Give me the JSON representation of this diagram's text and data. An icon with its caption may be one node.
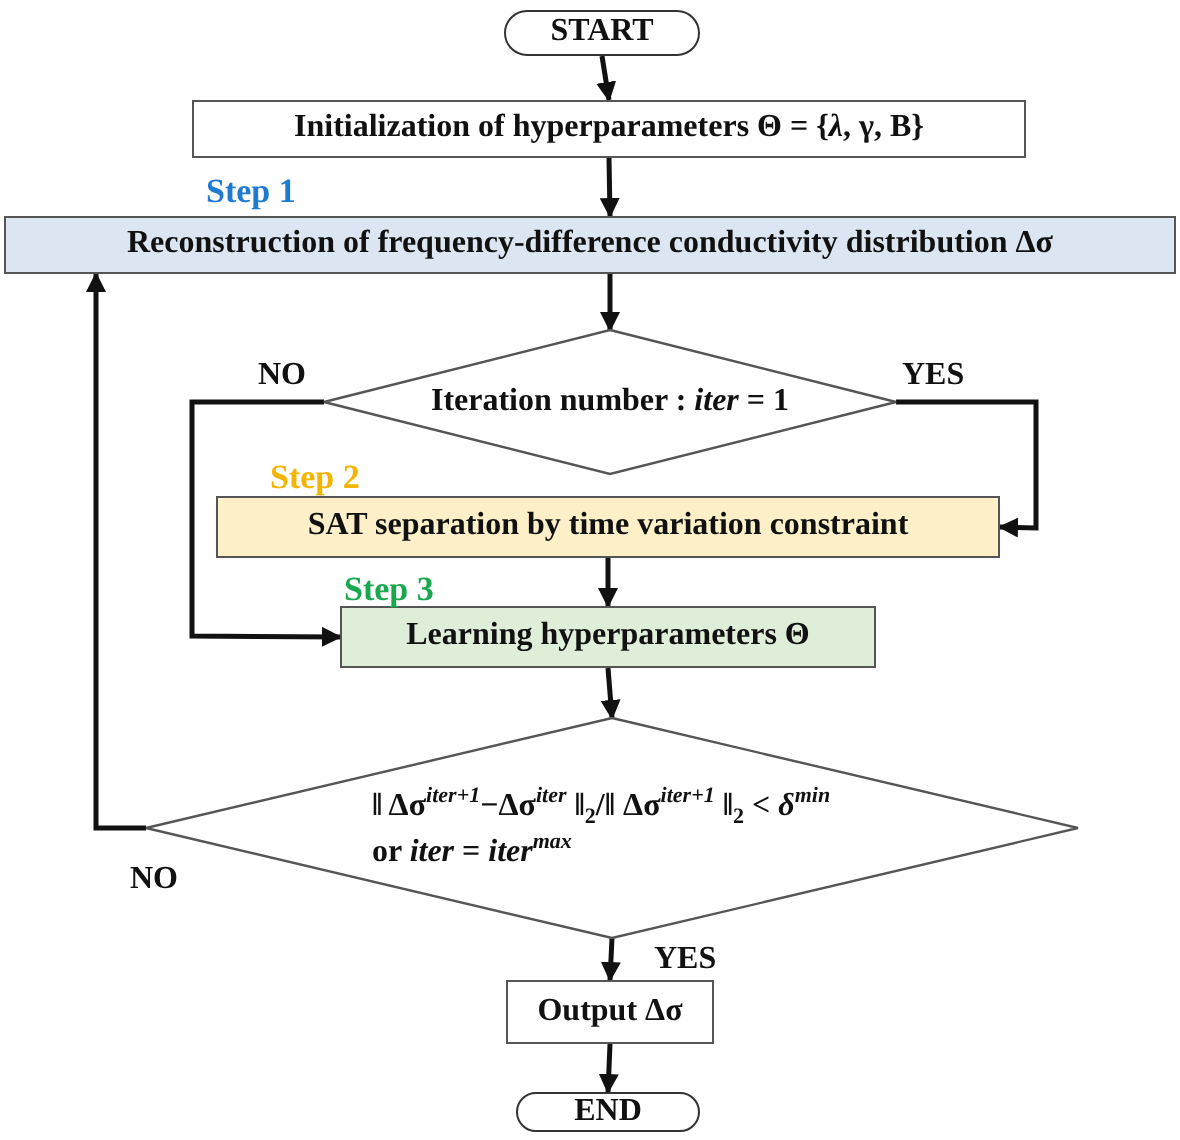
{
  "diagram": {
    "nodes": [
      {
        "text": [
          "START"
        ]
      },
      {
        "text": [
          "Initialization of hyperparameters Θ = {*λ*, γ, B}"
        ]
      },
      {
        "text": [
          "Reconstruction of frequency-difference conductivity distribution Δσ"
        ],
        "beside": [
          "Step 1"
        ]
      },
      {
        "text": [
          "Iteration number : *iter* = 1"
        ]
      },
      {
        "text": [
          "SAT separation by time variation constraint"
        ],
        "beside": [
          "Step 2"
        ]
      },
      {
        "text": [
          "Learning hyperparameters Θ"
        ],
        "beside": [
          "Step 3"
        ]
      },
      {
        "text": [
          "‖ Δσ$^{iter+1}$−Δσ$^{iter}$ ‖$_{2}$/‖ Δσ$^{iter+1}$ ‖$_{2}$ < *δ*$^{min}$ or *iter* = *iter*$^{max}$"
        ]
      },
      {
        "text": [
          "Output Δσ"
        ]
      },
      {
        "text": [
          "END"
        ]
      }
    ],
    "edges": [
      {
        "from": 0,
        "to": 1,
        "arrow": "to"
      },
      {
        "from": 1,
        "to": 2,
        "arrow": "to"
      },
      {
        "from": 2,
        "to": 3,
        "arrow": "to"
      },
      {
        "from": 3,
        "to": 4,
        "arrow": "to",
        "label": "YES"
      },
      {
        "from": 3,
        "to": 5,
        "arrow": "to",
        "label": "NO"
      },
      {
        "from": 4,
        "to": 5,
        "arrow": "to"
      },
      {
        "from": 5,
        "to": 6,
        "arrow": "to"
      },
      {
        "from": 6,
        "to": 2,
        "arrow": "to",
        "label": "NO"
      },
      {
        "from": 6,
        "to": 7,
        "arrow": "to",
        "label": "YES"
      },
      {
        "from": 7,
        "to": 8,
        "arrow": "to"
      }
    ]
  }
}
